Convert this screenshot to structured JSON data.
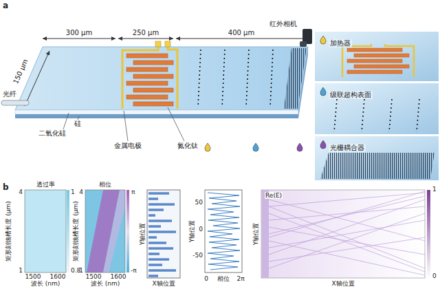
{
  "diagram": {
    "nodes": [
      {
        "text": [
          "加热器"
        ]
      },
      {
        "text": [
          "级联超构表面"
        ]
      },
      {
        "text": [
          "光栅耦合器"
        ]
      }
    ],
    "labels": [
      "a",
      "300 μm",
      "250 μm",
      "400 μm",
      "150 μm",
      "光纤",
      "硅",
      "二氧化硅",
      "金属电极",
      "氮化钛",
      "红外相机",
      "b",
      "透过率",
      "矩形刻蚀槽长度 (μm)",
      "4",
      "1",
      "波长 (nm)",
      "1500",
      "1600",
      "1",
      "0.8",
      "相位",
      "矩形刻蚀槽长度 (μm)",
      "4",
      "1",
      "波长 (nm)",
      "1500",
      "1600",
      "π",
      "-π",
      "Y轴位置",
      "X轴位置",
      "Y轴位置",
      "50",
      "0",
      "-50",
      "0",
      "相位",
      "2π",
      "Re(E)",
      "Y轴位置",
      "X轴位置",
      "1",
      "0"
    ]
  }
}
